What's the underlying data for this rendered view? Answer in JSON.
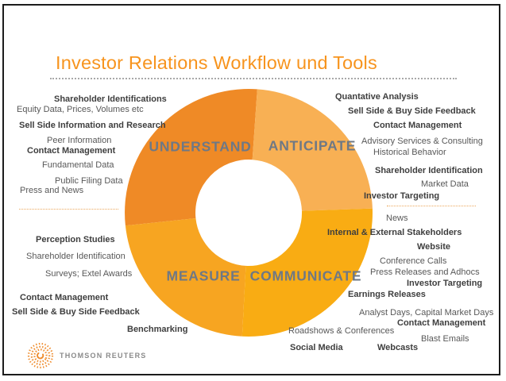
{
  "title": "Investor Relations Workflow und Tools",
  "colors": {
    "title_orange": "#f7941e",
    "segment_label_gray": "#6e7885",
    "bold_text": "#3e3e3e",
    "regular_text": "#585858",
    "divider_orange": "#eba75c"
  },
  "donut": {
    "segments": [
      {
        "label": "UNDERSTAND",
        "color": "#ef8a26"
      },
      {
        "label": "ANTICIPATE",
        "color": "#f8b054"
      },
      {
        "label": "MEASURE",
        "color": "#f7a521"
      },
      {
        "label": "COMMUNICATE",
        "color": "#f9ac13"
      }
    ]
  },
  "lists": {
    "left_top": {
      "items": [
        {
          "text": "Shareholder Identifications",
          "bold": true
        },
        {
          "text": "Equity Data, Prices, Volumes etc",
          "bold": false
        },
        {
          "text": "Sell Side Information and Research",
          "bold": true
        },
        {
          "text": "Peer Information",
          "bold": false
        },
        {
          "text": "Contact Management",
          "bold": true
        },
        {
          "text": "Fundamental Data",
          "bold": false
        },
        {
          "text": "Public Filing Data",
          "bold": false
        },
        {
          "text": "Press and News",
          "bold": false
        }
      ]
    },
    "left_bottom": {
      "items": [
        {
          "text": "Perception Studies",
          "bold": true
        },
        {
          "text": "Shareholder Identification",
          "bold": false
        },
        {
          "text": "Surveys; Extel Awards",
          "bold": false
        },
        {
          "text": "Contact Management",
          "bold": true
        },
        {
          "text": "Sell Side & Buy Side Feedback",
          "bold": true
        },
        {
          "text": "Benchmarking",
          "bold": true
        }
      ]
    },
    "right_top": {
      "items": [
        {
          "text": "Quantative Analysis",
          "bold": true
        },
        {
          "text": "Sell Side & Buy Side Feedback",
          "bold": true
        },
        {
          "text": "Contact Management",
          "bold": true
        },
        {
          "text": "Advisory Services & Consulting",
          "bold": false
        },
        {
          "text": "Historical Behavior",
          "bold": false
        },
        {
          "text": "Shareholder Identification",
          "bold": true
        },
        {
          "text": "Market Data",
          "bold": false
        },
        {
          "text": "Investor Targeting",
          "bold": true
        }
      ]
    },
    "right_bottom": {
      "items": [
        {
          "text": "News",
          "bold": false
        },
        {
          "text": "Internal & External Stakeholders",
          "bold": true
        },
        {
          "text": "Website",
          "bold": true
        },
        {
          "text": "Conference Calls",
          "bold": false
        },
        {
          "text": "Press Releases and Adhocs",
          "bold": false
        },
        {
          "text": "Investor Targeting",
          "bold": true
        },
        {
          "text": "Earnings Releases",
          "bold": true
        },
        {
          "text": "Analyst Days, Capital Market Days",
          "bold": false
        },
        {
          "text": "Contact Management",
          "bold": true
        },
        {
          "text": "Roadshows & Conferences",
          "bold": false
        },
        {
          "text": "Blast Emails",
          "bold": false
        },
        {
          "text": "Social Media",
          "bold": true
        },
        {
          "text": "Webcasts",
          "bold": true
        }
      ]
    }
  },
  "footer": {
    "brand": "THOMSON REUTERS"
  }
}
